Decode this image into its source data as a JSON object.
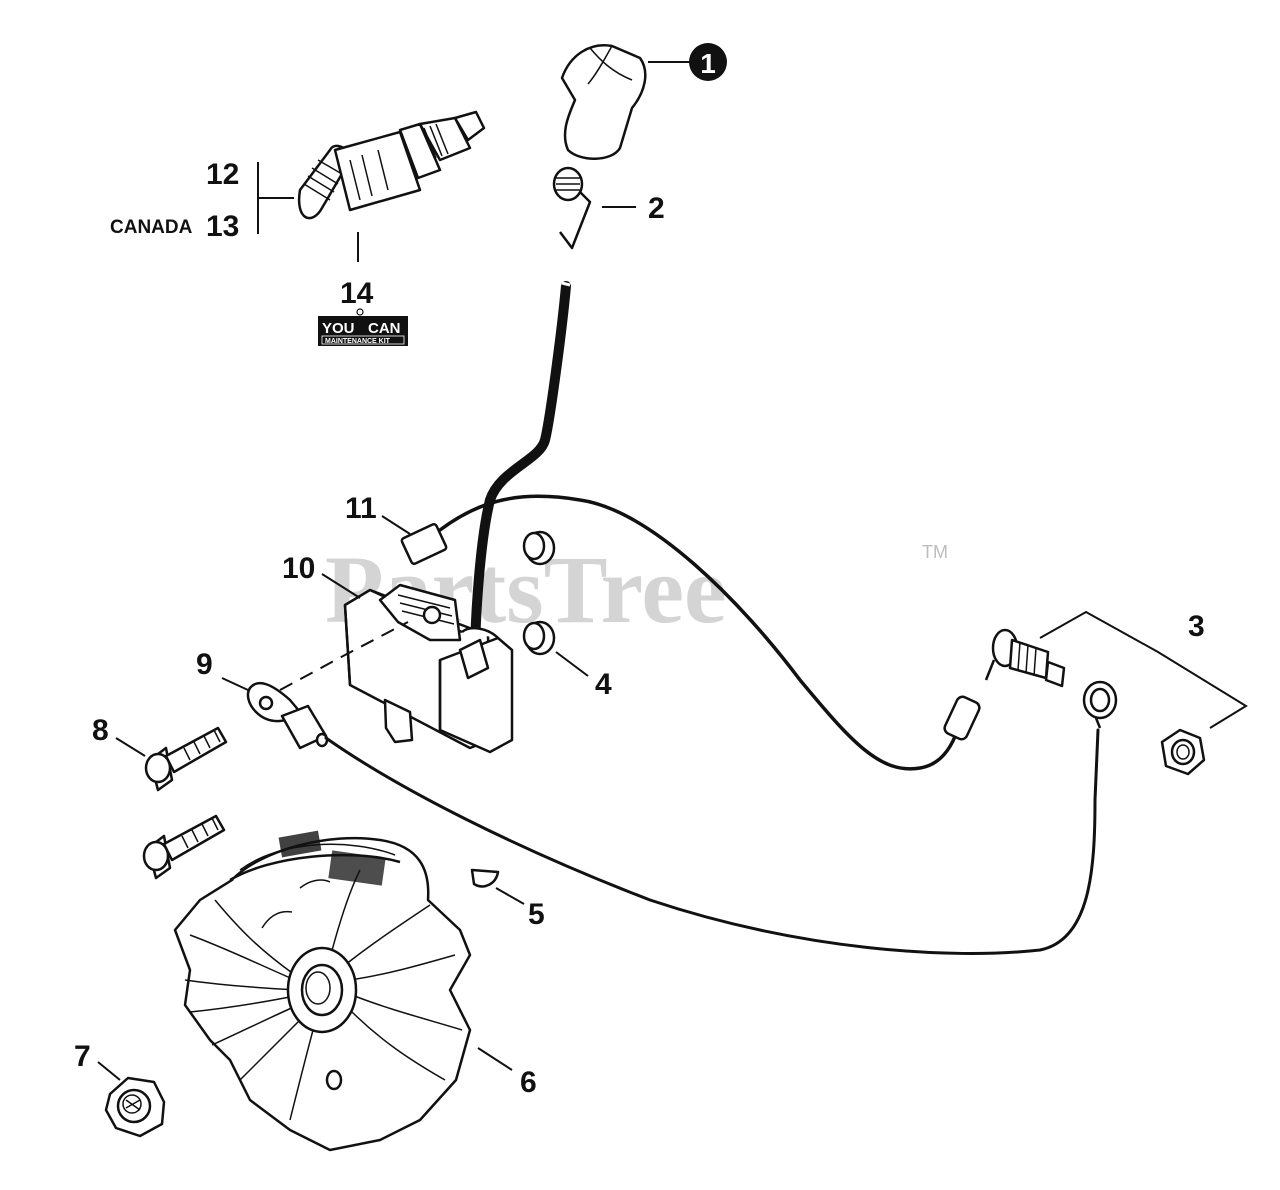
{
  "watermark": {
    "text": "PartsTree",
    "trademark": "TM"
  },
  "callouts": {
    "c1": "1",
    "c2": "2",
    "c3": "3",
    "c4": "4",
    "c5": "5",
    "c6": "6",
    "c7": "7",
    "c8": "8",
    "c9": "9",
    "c10": "10",
    "c11": "11",
    "c12": "12",
    "c13": "13",
    "c14": "14"
  },
  "canada_label": "CANADA",
  "logo": {
    "left": "YOU",
    "right": "CAN",
    "sub": "MAINTENANCE KIT"
  }
}
